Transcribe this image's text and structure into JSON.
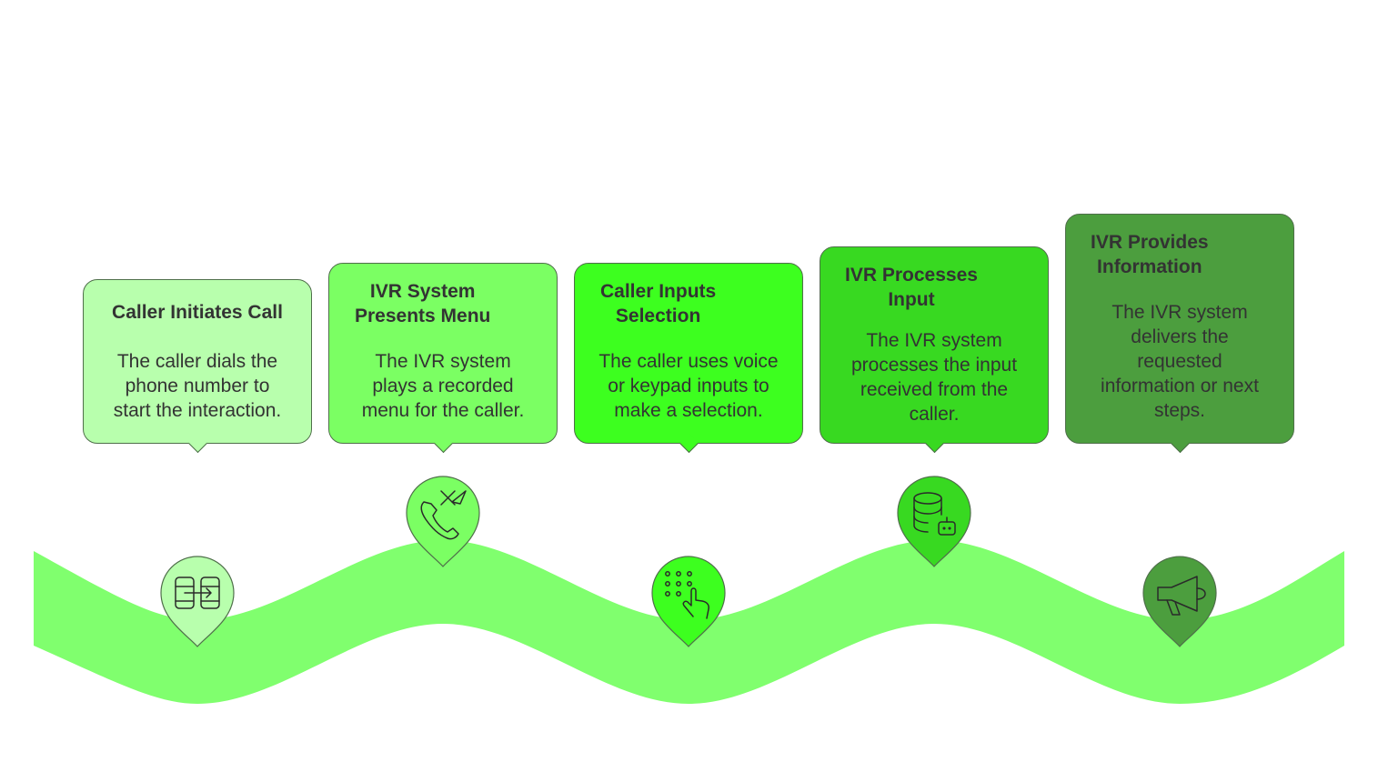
{
  "colors": {
    "wave": "#80ff6e",
    "step1": "#b8ffad",
    "step2": "#7bff63",
    "step3": "#3dff1f",
    "step4": "#38d921",
    "step5": "#4c9e3e",
    "outline": "#4f6f4a"
  },
  "steps": [
    {
      "title": "Caller Initiates Call",
      "description": "The caller dials the\nphone number to\nstart the interaction.",
      "icon": "phone-transfer-icon",
      "color": "#b8ffad"
    },
    {
      "title": "IVR System\nPresents Menu",
      "description": "The IVR system\nplays a recorded\nmenu for the caller.",
      "icon": "phone-menu-icon",
      "color": "#7bff63"
    },
    {
      "title": "Caller Inputs\nSelection",
      "description": "The caller uses voice\nor keypad inputs to\nmake a selection.",
      "icon": "keypad-touch-icon",
      "color": "#3dff1f"
    },
    {
      "title": "IVR Processes\nInput",
      "description": "The IVR system\nprocesses the input\nreceived from the\ncaller.",
      "icon": "database-bot-icon",
      "color": "#38d921"
    },
    {
      "title": "IVR Provides\nInformation",
      "description": "The IVR system\ndelivers the\nrequested\ninformation or next\nsteps.",
      "icon": "megaphone-icon",
      "color": "#4c9e3e"
    }
  ]
}
